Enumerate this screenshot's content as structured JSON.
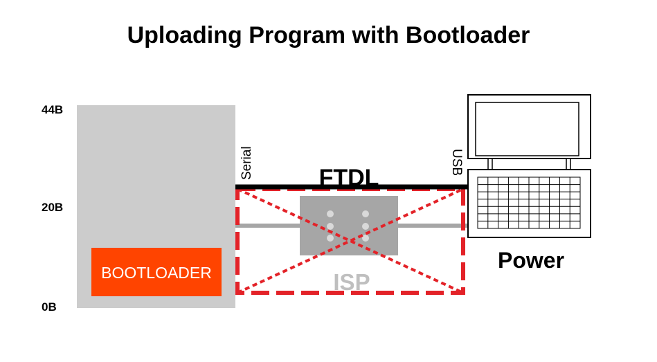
{
  "title": "Uploading Program with Bootloader",
  "memory": {
    "labels": [
      "44B",
      "20B",
      "0B"
    ],
    "bootloader": "BOOTLOADER"
  },
  "connection": {
    "serial": "Serial",
    "usb": "USB",
    "ftdl": "FTDL",
    "isp": "ISP"
  },
  "computer": {
    "label": "Power"
  },
  "colors": {
    "memory_block": "#cccccc",
    "bootloader": "#ff4400",
    "cross_out": "#e32228",
    "isp_box": "#a6a6a6"
  }
}
